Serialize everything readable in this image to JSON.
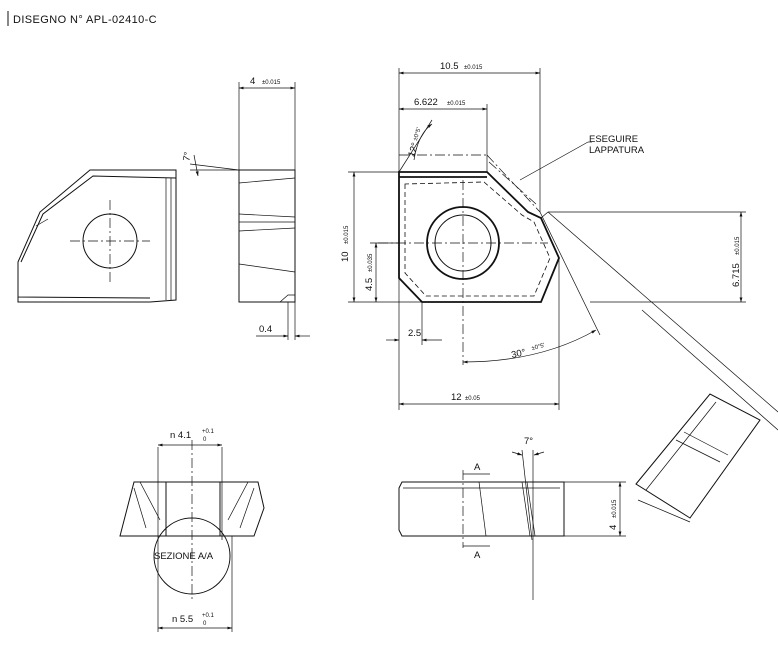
{
  "title": "DISEGNO  N°  APL-02410-C",
  "side_view": {
    "thickness_value": "4",
    "thickness_tol": "±0.015",
    "angle_label": "7°",
    "land_label": "0.4"
  },
  "top_view": {
    "width_value": "10.5",
    "width_tol": "±0.015",
    "offset_value": "6.622",
    "offset_tol": "±0.015",
    "angle12_value": "12°",
    "angle12_tol": "±0°5'",
    "height_value": "10",
    "height_tol": "±0.015",
    "center_value": "4.5",
    "center_tol": "±0.035",
    "corner_value": "2.5",
    "right_value": "6.715",
    "right_tol": "±0.015",
    "angle30_value": "30°",
    "angle30_tol": "±0°5'",
    "length_value": "12",
    "length_tol": "±0.05",
    "note_line1": "ESEGUIRE",
    "note_line2": "LAPPATURA"
  },
  "section_view": {
    "hole_top_value": "n 4.1",
    "hole_top_tol_plus": "+0.1",
    "hole_top_tol_minus": "0",
    "section_label": "SEZIONE  A/A",
    "hole_bottom_value": "n 5.5",
    "hole_bottom_tol_plus": "+0.1",
    "hole_bottom_tol_minus": "0"
  },
  "front_view": {
    "cut_label_top": "A",
    "cut_label_bottom": "A",
    "angle_label": "7°",
    "thickness_value": "4",
    "thickness_tol": "±0.015"
  }
}
